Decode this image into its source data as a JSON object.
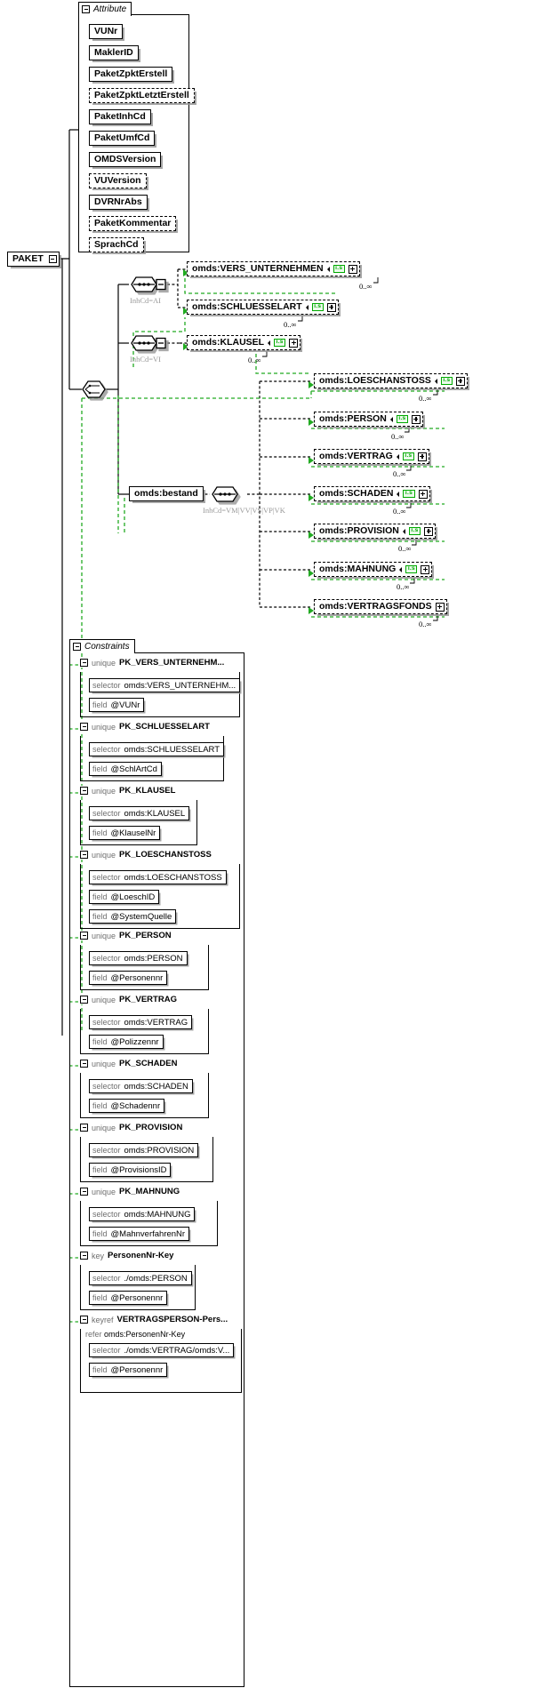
{
  "diagram": {
    "type": "xsd-schema-diagram",
    "root_element": "PAKET",
    "colors": {
      "line": "#000000",
      "green_ref": "#22aa22",
      "badge_green": "#00aa00",
      "hint_gray": "#9a9a9a",
      "shadow": "#969696"
    }
  },
  "attribute_group": {
    "title": "Attribute",
    "collapse_icon": "minus-icon",
    "attributes": [
      {
        "label": "VUNr",
        "optional": false
      },
      {
        "label": "MaklerID",
        "optional": false
      },
      {
        "label": "PaketZpktErstell",
        "optional": false
      },
      {
        "label": "PaketZpktLetztErstell",
        "optional": true
      },
      {
        "label": "PaketInhCd",
        "optional": false
      },
      {
        "label": "PaketUmfCd",
        "optional": false
      },
      {
        "label": "OMDSVersion",
        "optional": false
      },
      {
        "label": "VUVersion",
        "optional": true
      },
      {
        "label": "DVRNrAbs",
        "optional": false
      },
      {
        "label": "PaketKommentar",
        "optional": true
      },
      {
        "label": "SprachCd",
        "optional": true
      }
    ]
  },
  "root": {
    "label": "PAKET",
    "collapse_icon": "minus-icon"
  },
  "branches": [
    {
      "compositor": "sequence",
      "hint": "InhCd=AI",
      "children": [
        {
          "label": "omds:VERS_UNTERNEHMEN",
          "badge": "i.s",
          "expand": "plus-icon",
          "occurrence": "0..∞"
        },
        {
          "label": "omds:SCHLUESSELART",
          "badge": "i.s",
          "expand": "plus-icon",
          "occurrence": "0..∞"
        }
      ]
    },
    {
      "compositor": "sequence",
      "hint": "InhCd=VI",
      "children": [
        {
          "label": "omds:KLAUSEL",
          "badge": "i.s",
          "expand": "plus-icon",
          "occurrence": "0..∞"
        }
      ]
    },
    {
      "compositor": "sequence",
      "hint": "InhCd=VM|VV|VS|VP|VK",
      "parent_node": {
        "label": "omds:bestand",
        "optional": false
      },
      "children": [
        {
          "label": "omds:LOESCHANSTOSS",
          "badge": "i.s",
          "expand": "plus-icon",
          "occurrence": "0..∞"
        },
        {
          "label": "omds:PERSON",
          "badge": "i.s",
          "expand": "plus-icon",
          "occurrence": "0..∞"
        },
        {
          "label": "omds:VERTRAG",
          "badge": "i.s",
          "expand": "plus-icon",
          "occurrence": "0..∞"
        },
        {
          "label": "omds:SCHADEN",
          "badge": "i.s",
          "expand": "plus-icon",
          "occurrence": "0..∞"
        },
        {
          "label": "omds:PROVISION",
          "badge": "i.s",
          "expand": "plus-icon",
          "occurrence": "0..∞"
        },
        {
          "label": "omds:MAHNUNG",
          "badge": "i.s",
          "expand": "plus-icon",
          "occurrence": "0..∞"
        },
        {
          "label": "omds:VERTRAGSFONDS",
          "badge": "i.s",
          "expand": "plus-icon",
          "occurrence": "0..∞"
        }
      ]
    }
  ],
  "constraints_group": {
    "title": "Constraints",
    "collapse_icon": "minus-icon",
    "items": [
      {
        "kind": "unique",
        "name": "PK_VERS_UNTERNEHM...",
        "rows": [
          {
            "kw": "selector",
            "value": "omds:VERS_UNTERNEHM..."
          },
          {
            "kw": "field",
            "value": "@VUNr"
          }
        ]
      },
      {
        "kind": "unique",
        "name": "PK_SCHLUESSELART",
        "rows": [
          {
            "kw": "selector",
            "value": "omds:SCHLUESSELART"
          },
          {
            "kw": "field",
            "value": "@SchlArtCd"
          }
        ]
      },
      {
        "kind": "unique",
        "name": "PK_KLAUSEL",
        "rows": [
          {
            "kw": "selector",
            "value": "omds:KLAUSEL"
          },
          {
            "kw": "field",
            "value": "@KlauselNr"
          }
        ]
      },
      {
        "kind": "unique",
        "name": "PK_LOESCHANSTOSS",
        "rows": [
          {
            "kw": "selector",
            "value": "omds:LOESCHANSTOSS"
          },
          {
            "kw": "field",
            "value": "@LoeschID"
          },
          {
            "kw": "field",
            "value": "@SystemQuelle"
          }
        ]
      },
      {
        "kind": "unique",
        "name": "PK_PERSON",
        "rows": [
          {
            "kw": "selector",
            "value": "omds:PERSON"
          },
          {
            "kw": "field",
            "value": "@Personennr"
          }
        ]
      },
      {
        "kind": "unique",
        "name": "PK_VERTRAG",
        "rows": [
          {
            "kw": "selector",
            "value": "omds:VERTRAG"
          },
          {
            "kw": "field",
            "value": "@Polizzennr"
          }
        ]
      },
      {
        "kind": "unique",
        "name": "PK_SCHADEN",
        "rows": [
          {
            "kw": "selector",
            "value": "omds:SCHADEN"
          },
          {
            "kw": "field",
            "value": "@Schadennr"
          }
        ]
      },
      {
        "kind": "unique",
        "name": "PK_PROVISION",
        "rows": [
          {
            "kw": "selector",
            "value": "omds:PROVISION"
          },
          {
            "kw": "field",
            "value": "@ProvisionsID"
          }
        ]
      },
      {
        "kind": "unique",
        "name": "PK_MAHNUNG",
        "rows": [
          {
            "kw": "selector",
            "value": "omds:MAHNUNG"
          },
          {
            "kw": "field",
            "value": "@MahnverfahrenNr"
          }
        ]
      },
      {
        "kind": "key",
        "name": "PersonenNr-Key",
        "rows": [
          {
            "kw": "selector",
            "value": "./omds:PERSON"
          },
          {
            "kw": "field",
            "value": "@Personennr"
          }
        ]
      },
      {
        "kind": "keyref",
        "name": "VERTRAGSPERSON-Pers...",
        "refer": {
          "kw": "refer",
          "value": "omds:PersonenNr-Key"
        },
        "rows": [
          {
            "kw": "selector",
            "value": "./omds:VERTRAG/omds:V..."
          },
          {
            "kw": "field",
            "value": "@Personennr"
          }
        ]
      }
    ]
  }
}
